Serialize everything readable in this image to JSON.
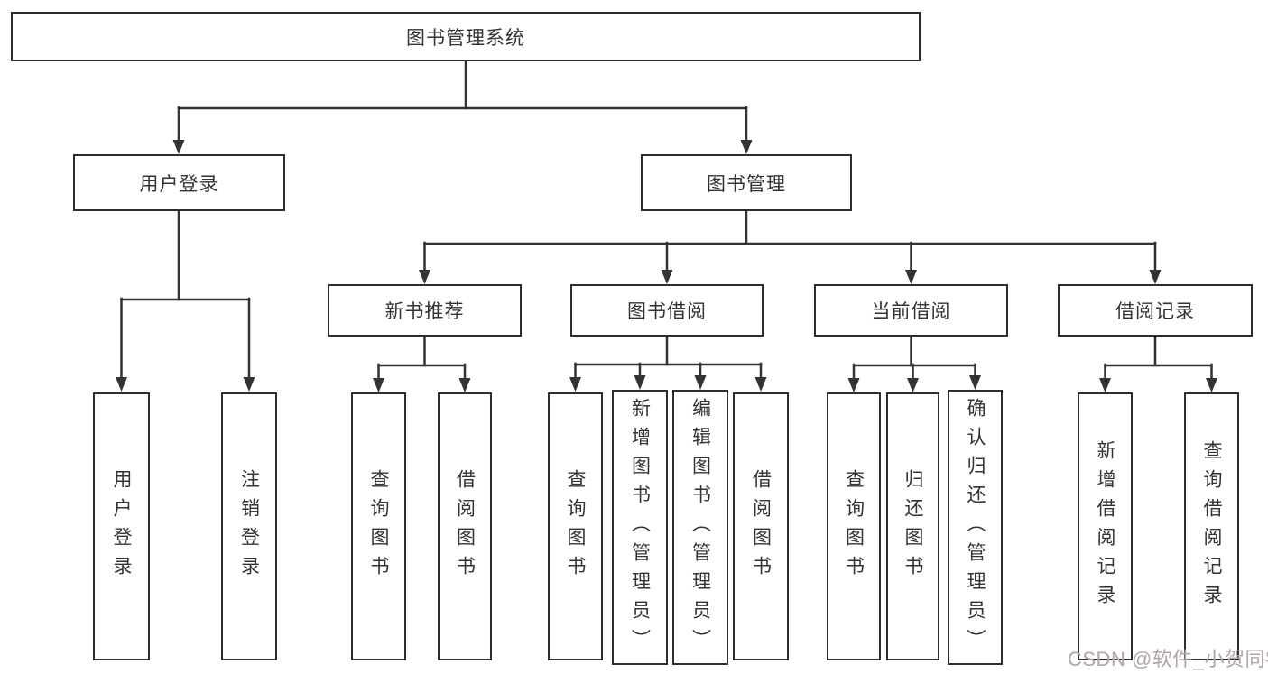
{
  "diagram": {
    "nodes": {
      "root": "图书管理系统",
      "l1": [
        "用户登录",
        "图书管理"
      ],
      "l2": [
        "新书推荐",
        "图书借阅",
        "当前借阅",
        "借阅记录"
      ],
      "user_login_leaves": [
        "用户登录",
        "注销登录"
      ],
      "new_book_leaves": [
        "查询图书",
        "借阅图书"
      ],
      "borrow_leaves": [
        "查询图书",
        "新增图书（管理员）",
        "编辑图书（管理员）",
        "借阅图书"
      ],
      "current_leaves": [
        "查询图书",
        "归还图书",
        "确认归还（管理员）"
      ],
      "record_leaves": [
        "新增借阅记录",
        "查询借阅记录"
      ]
    },
    "colors": {
      "line": "#333333",
      "box_border": "#2e2e2e",
      "text": "#333333",
      "background": "#ffffff",
      "watermark": "#b1a4a4"
    }
  },
  "watermark": {
    "text": "CSDN @软件_小贺同学"
  }
}
